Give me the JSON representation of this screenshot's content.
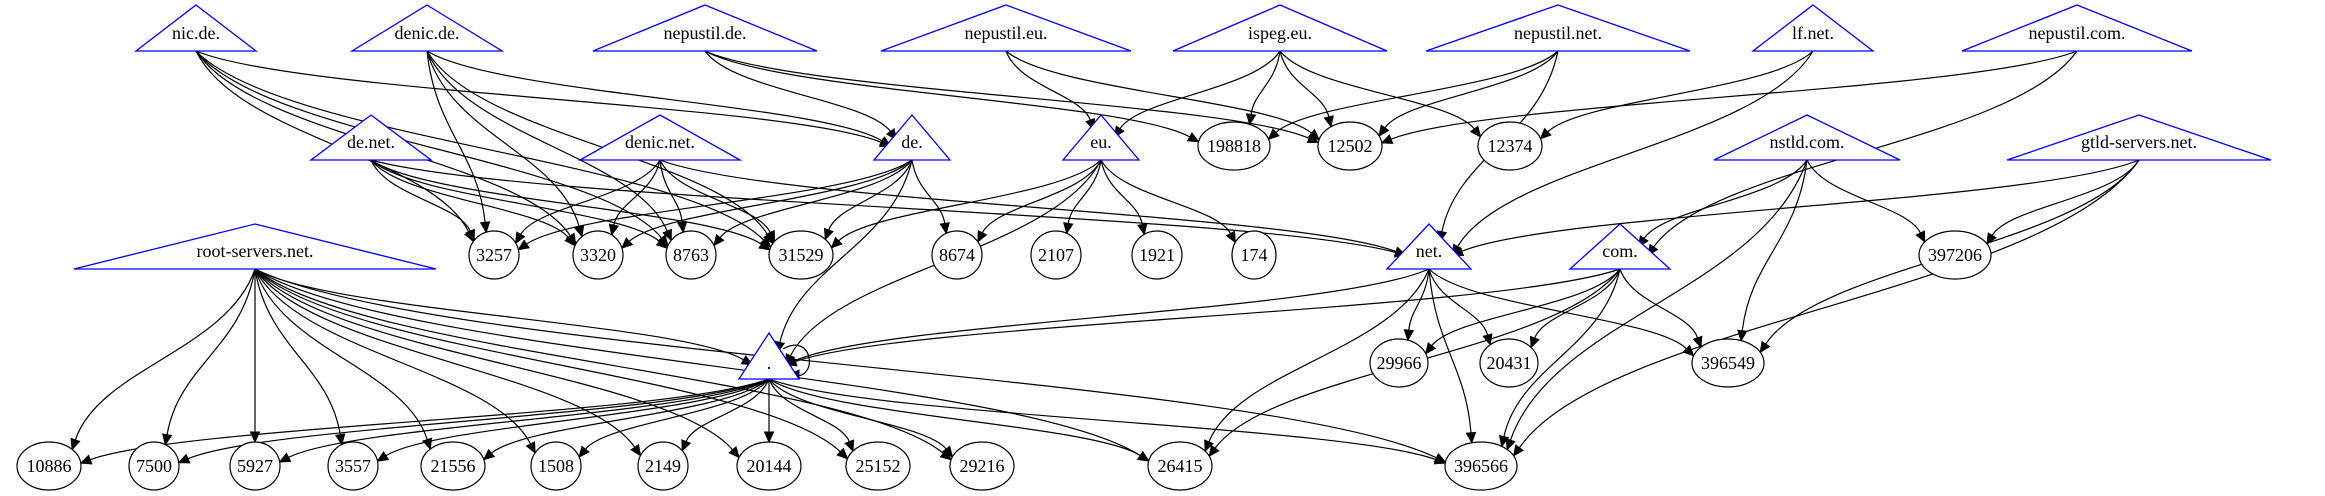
{
  "diagram": {
    "type": "directed-graph",
    "title": "",
    "colors": {
      "zone_outline": "#0000ff",
      "edge": "#000000",
      "as_outline": "#000000",
      "background": "#ffffff"
    },
    "zones": [
      {
        "id": "nic.de.",
        "label": "nic.de."
      },
      {
        "id": "denic.de.",
        "label": "denic.de."
      },
      {
        "id": "nepustil.de.",
        "label": "nepustil.de."
      },
      {
        "id": "nepustil.eu.",
        "label": "nepustil.eu."
      },
      {
        "id": "ispeg.eu.",
        "label": "ispeg.eu."
      },
      {
        "id": "nepustil.net.",
        "label": "nepustil.net."
      },
      {
        "id": "lf.net.",
        "label": "lf.net."
      },
      {
        "id": "nepustil.com.",
        "label": "nepustil.com."
      },
      {
        "id": "de.net.",
        "label": "de.net."
      },
      {
        "id": "denic.net.",
        "label": "denic.net."
      },
      {
        "id": "de.",
        "label": "de."
      },
      {
        "id": "eu.",
        "label": "eu."
      },
      {
        "id": "nstld.com.",
        "label": "nstld.com."
      },
      {
        "id": "gtld-servers.net.",
        "label": "gtld-servers.net."
      },
      {
        "id": "root-servers.net.",
        "label": "root-servers.net."
      },
      {
        "id": "net.",
        "label": "net."
      },
      {
        "id": "com.",
        "label": "com."
      },
      {
        "id": ".",
        "label": "."
      }
    ],
    "asns": [
      {
        "id": "198818",
        "label": "198818"
      },
      {
        "id": "12502",
        "label": "12502"
      },
      {
        "id": "12374",
        "label": "12374"
      },
      {
        "id": "3257",
        "label": "3257"
      },
      {
        "id": "3320",
        "label": "3320"
      },
      {
        "id": "8763",
        "label": "8763"
      },
      {
        "id": "31529",
        "label": "31529"
      },
      {
        "id": "8674",
        "label": "8674"
      },
      {
        "id": "2107",
        "label": "2107"
      },
      {
        "id": "1921",
        "label": "1921"
      },
      {
        "id": "174",
        "label": "174"
      },
      {
        "id": "397206",
        "label": "397206"
      },
      {
        "id": "29966",
        "label": "29966"
      },
      {
        "id": "20431",
        "label": "20431"
      },
      {
        "id": "396549",
        "label": "396549"
      },
      {
        "id": "10886",
        "label": "10886"
      },
      {
        "id": "7500",
        "label": "7500"
      },
      {
        "id": "5927",
        "label": "5927"
      },
      {
        "id": "3557",
        "label": "3557"
      },
      {
        "id": "21556",
        "label": "21556"
      },
      {
        "id": "1508",
        "label": "1508"
      },
      {
        "id": "2149",
        "label": "2149"
      },
      {
        "id": "20144",
        "label": "20144"
      },
      {
        "id": "25152",
        "label": "25152"
      },
      {
        "id": "29216",
        "label": "29216"
      },
      {
        "id": "26415",
        "label": "26415"
      },
      {
        "id": "396566",
        "label": "396566"
      }
    ],
    "edges": [
      [
        "nic.de.",
        "de."
      ],
      [
        "nic.de.",
        "3257"
      ],
      [
        "nic.de.",
        "3320"
      ],
      [
        "nic.de.",
        "8763"
      ],
      [
        "nic.de.",
        "31529"
      ],
      [
        "denic.de.",
        "de."
      ],
      [
        "denic.de.",
        "3257"
      ],
      [
        "denic.de.",
        "3320"
      ],
      [
        "denic.de.",
        "8763"
      ],
      [
        "denic.de.",
        "31529"
      ],
      [
        "nepustil.de.",
        "de."
      ],
      [
        "nepustil.de.",
        "198818"
      ],
      [
        "nepustil.de.",
        "12502"
      ],
      [
        "nepustil.eu.",
        "eu."
      ],
      [
        "nepustil.eu.",
        "12502"
      ],
      [
        "ispeg.eu.",
        "eu."
      ],
      [
        "ispeg.eu.",
        "198818"
      ],
      [
        "ispeg.eu.",
        "12502"
      ],
      [
        "ispeg.eu.",
        "12374"
      ],
      [
        "nepustil.net.",
        "net."
      ],
      [
        "nepustil.net.",
        "198818"
      ],
      [
        "nepustil.net.",
        "12502"
      ],
      [
        "lf.net.",
        "net."
      ],
      [
        "lf.net.",
        "12374"
      ],
      [
        "nepustil.com.",
        "com."
      ],
      [
        "nepustil.com.",
        "12502"
      ],
      [
        "de.net.",
        "3257"
      ],
      [
        "de.net.",
        "3320"
      ],
      [
        "de.net.",
        "8763"
      ],
      [
        "de.net.",
        "31529"
      ],
      [
        "de.net.",
        "net."
      ],
      [
        "denic.net.",
        "3257"
      ],
      [
        "denic.net.",
        "3320"
      ],
      [
        "denic.net.",
        "8763"
      ],
      [
        "denic.net.",
        "31529"
      ],
      [
        "denic.net.",
        "net."
      ],
      [
        "de.",
        "3257"
      ],
      [
        "de.",
        "3320"
      ],
      [
        "de.",
        "8763"
      ],
      [
        "de.",
        "31529"
      ],
      [
        "de.",
        "8674"
      ],
      [
        "de.",
        "."
      ],
      [
        "eu.",
        "31529"
      ],
      [
        "eu.",
        "8674"
      ],
      [
        "eu.",
        "2107"
      ],
      [
        "eu.",
        "1921"
      ],
      [
        "eu.",
        "174"
      ],
      [
        "eu.",
        "."
      ],
      [
        "nstld.com.",
        "com."
      ],
      [
        "nstld.com.",
        "397206"
      ],
      [
        "nstld.com.",
        "396549"
      ],
      [
        "nstld.com.",
        "396566"
      ],
      [
        "gtld-servers.net.",
        "net."
      ],
      [
        "gtld-servers.net.",
        "397206"
      ],
      [
        "gtld-servers.net.",
        "396549"
      ],
      [
        "gtld-servers.net.",
        "396566"
      ],
      [
        "root-servers.net.",
        "."
      ],
      [
        "root-servers.net.",
        "10886"
      ],
      [
        "root-servers.net.",
        "7500"
      ],
      [
        "root-servers.net.",
        "5927"
      ],
      [
        "root-servers.net.",
        "3557"
      ],
      [
        "root-servers.net.",
        "21556"
      ],
      [
        "root-servers.net.",
        "1508"
      ],
      [
        "root-servers.net.",
        "2149"
      ],
      [
        "root-servers.net.",
        "20144"
      ],
      [
        "root-servers.net.",
        "25152"
      ],
      [
        "root-servers.net.",
        "29216"
      ],
      [
        "root-servers.net.",
        "26415"
      ],
      [
        "root-servers.net.",
        "396566"
      ],
      [
        "net.",
        "."
      ],
      [
        "net.",
        "29966"
      ],
      [
        "net.",
        "20431"
      ],
      [
        "net.",
        "396549"
      ],
      [
        "net.",
        "26415"
      ],
      [
        "net.",
        "396566"
      ],
      [
        "com.",
        "."
      ],
      [
        "com.",
        "29966"
      ],
      [
        "com.",
        "20431"
      ],
      [
        "com.",
        "396549"
      ],
      [
        "com.",
        "26415"
      ],
      [
        "com.",
        "396566"
      ],
      [
        ".",
        "."
      ],
      [
        ".",
        "10886"
      ],
      [
        ".",
        "7500"
      ],
      [
        ".",
        "5927"
      ],
      [
        ".",
        "3557"
      ],
      [
        ".",
        "21556"
      ],
      [
        ".",
        "1508"
      ],
      [
        ".",
        "2149"
      ],
      [
        ".",
        "20144"
      ],
      [
        ".",
        "25152"
      ],
      [
        ".",
        "29216"
      ],
      [
        ".",
        "26415"
      ],
      [
        ".",
        "396566"
      ]
    ]
  }
}
